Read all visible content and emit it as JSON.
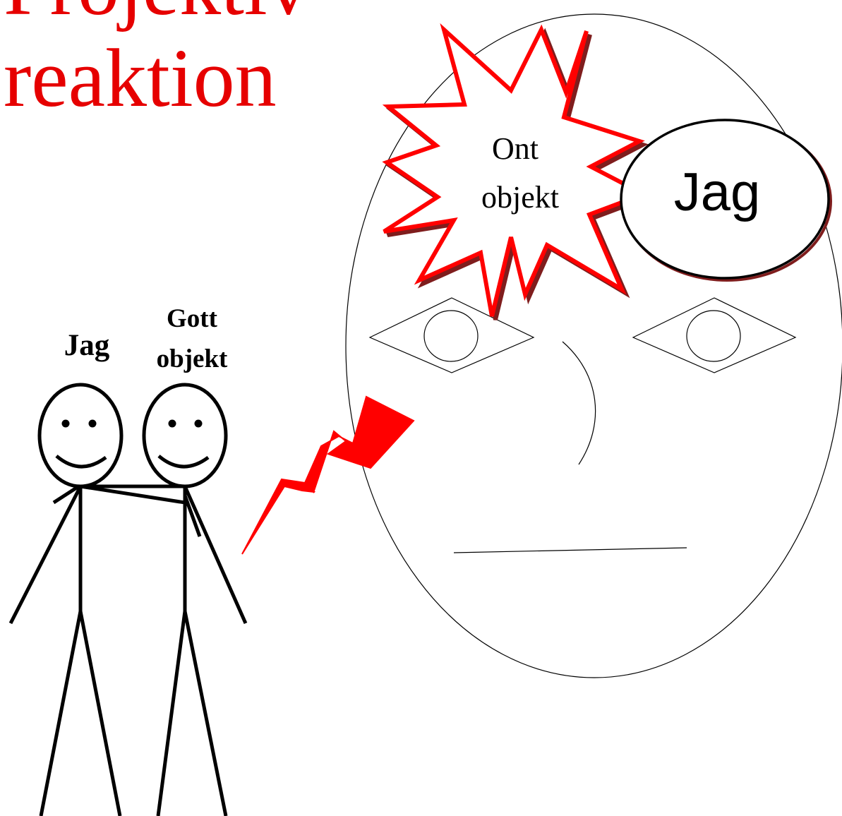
{
  "title": {
    "line1": "Projektiv",
    "line2": "reaktion"
  },
  "big_face": {
    "star_label_line1": "Ont",
    "star_label_line2": "objekt",
    "self_label": "Jag"
  },
  "figures": {
    "left_label": "Jag",
    "right_label_line1": "Gott",
    "right_label_line2": "objekt"
  },
  "colors": {
    "title": "#e60000",
    "accent": "#ff0000",
    "ink": "#000000",
    "shadow": "#7f1d1d"
  }
}
